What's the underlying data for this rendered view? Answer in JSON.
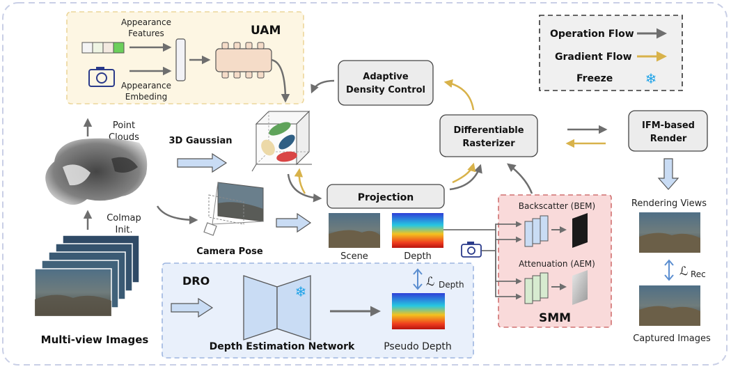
{
  "uam": {
    "title": "UAM",
    "appearance_features": [
      "Appearance",
      "Features"
    ],
    "appearance_embeding": [
      "Appearance",
      "Embeding"
    ]
  },
  "legend": {
    "operation_flow": "Operation Flow",
    "gradient_flow": "Gradient Flow",
    "freeze": "Freeze"
  },
  "left": {
    "point_clouds": [
      "Point",
      "Clouds"
    ],
    "colmap_init": [
      "Colmap",
      "Init."
    ],
    "multi_view_images": "Multi-view Images"
  },
  "middle": {
    "gaussian_3d": "3D Gaussian",
    "camera_pose": "Camera Pose",
    "adaptive_density_control": [
      "Adaptive",
      "Density Control"
    ],
    "projection": "Projection",
    "scene": "Scene",
    "depth": "Depth"
  },
  "right": {
    "differentiable_rasterizer": [
      "Differentiable",
      "Rasterizer"
    ],
    "ifm_render": [
      "IFM-based",
      "Render"
    ],
    "rendering_views": "Rendering Views",
    "captured_images": "Captured Images",
    "loss_rec": "ℒ",
    "loss_rec_sub": "Rec"
  },
  "smm": {
    "title": "SMM",
    "backscatter": "Backscatter (BEM)",
    "attenuation": "Attenuation (AEM)"
  },
  "dro": {
    "title": "DRO",
    "network": "Depth Estimation Network",
    "pseudo_depth": "Pseudo Depth",
    "loss_depth": "ℒ",
    "loss_depth_sub": "Depth"
  },
  "colors": {
    "operation": "#6e6e6e",
    "gradient": "#d8b24a",
    "freeze": "#1fa3e8",
    "uam_bg": "#fdf6e3",
    "dro_bg": "#e9f0fb",
    "smm_bg": "#f9dada"
  }
}
